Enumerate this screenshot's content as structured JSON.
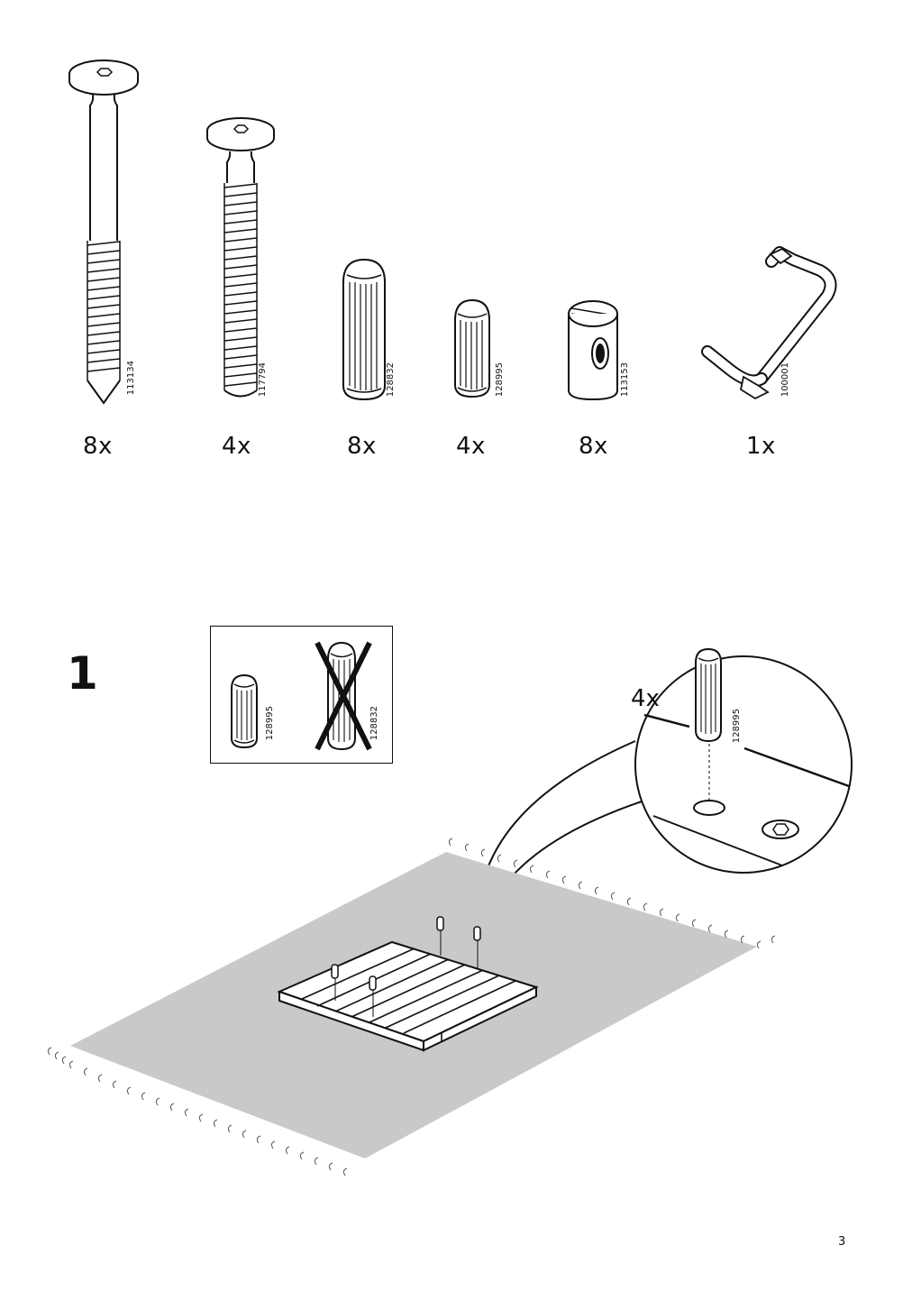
{
  "parts": [
    {
      "part_number": "113134",
      "quantity": "8x",
      "icon": "long-bolt-icon"
    },
    {
      "part_number": "117794",
      "quantity": "4x",
      "icon": "bolt-icon"
    },
    {
      "part_number": "128832",
      "quantity": "8x",
      "icon": "large-dowel-icon"
    },
    {
      "part_number": "128995",
      "quantity": "4x",
      "icon": "small-dowel-icon"
    },
    {
      "part_number": "113153",
      "quantity": "8x",
      "icon": "barrel-nut-icon"
    },
    {
      "part_number": "100001",
      "quantity": "1x",
      "icon": "allen-key-icon"
    }
  ],
  "step": {
    "number": "1",
    "hint_box": {
      "correct_part": "128995",
      "wrong_part": "128832"
    },
    "callout": {
      "quantity": "4x",
      "part_number": "128995"
    }
  },
  "page_number": "3"
}
